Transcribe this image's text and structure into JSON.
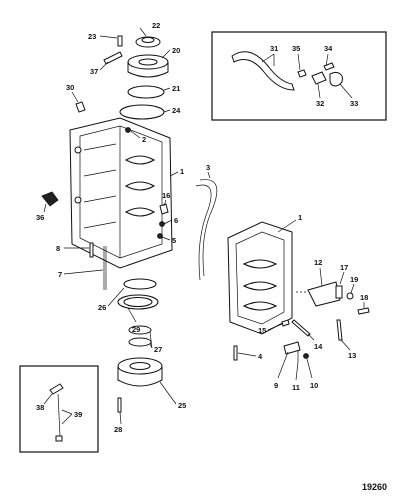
{
  "figure_number": "19260",
  "callouts": [
    {
      "id": "c22",
      "text": "22"
    },
    {
      "id": "c23",
      "text": "23"
    },
    {
      "id": "c20",
      "text": "20"
    },
    {
      "id": "c37",
      "text": "37"
    },
    {
      "id": "c30",
      "text": "30"
    },
    {
      "id": "c21",
      "text": "21"
    },
    {
      "id": "c24",
      "text": "24"
    },
    {
      "id": "c2",
      "text": "2"
    },
    {
      "id": "c1a",
      "text": "1"
    },
    {
      "id": "c3",
      "text": "3"
    },
    {
      "id": "c16",
      "text": "16"
    },
    {
      "id": "c6",
      "text": "6"
    },
    {
      "id": "c5",
      "text": "5"
    },
    {
      "id": "c36",
      "text": "36"
    },
    {
      "id": "c8",
      "text": "8"
    },
    {
      "id": "c7",
      "text": "7"
    },
    {
      "id": "c26",
      "text": "26"
    },
    {
      "id": "c29",
      "text": "29"
    },
    {
      "id": "c27",
      "text": "27"
    },
    {
      "id": "c25",
      "text": "25"
    },
    {
      "id": "c28",
      "text": "28"
    },
    {
      "id": "c38",
      "text": "38"
    },
    {
      "id": "c39",
      "text": "39"
    },
    {
      "id": "c31",
      "text": "31"
    },
    {
      "id": "c35",
      "text": "35"
    },
    {
      "id": "c34",
      "text": "34"
    },
    {
      "id": "c32",
      "text": "32"
    },
    {
      "id": "c33",
      "text": "33"
    },
    {
      "id": "c1b",
      "text": "1"
    },
    {
      "id": "c12",
      "text": "12"
    },
    {
      "id": "c17",
      "text": "17"
    },
    {
      "id": "c19",
      "text": "19"
    },
    {
      "id": "c18",
      "text": "18"
    },
    {
      "id": "c15",
      "text": "15"
    },
    {
      "id": "c14",
      "text": "14"
    },
    {
      "id": "c13",
      "text": "13"
    },
    {
      "id": "c4",
      "text": "4"
    },
    {
      "id": "c9",
      "text": "9"
    },
    {
      "id": "c11",
      "text": "11"
    },
    {
      "id": "c10",
      "text": "10"
    }
  ]
}
